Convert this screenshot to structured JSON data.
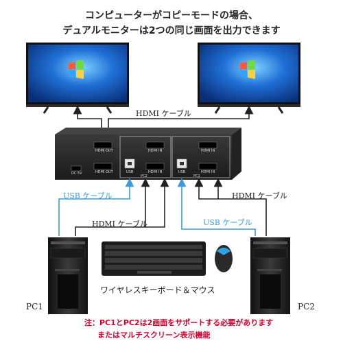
{
  "header": {
    "line1": "コンピューターがコピーモードの場合、",
    "line2": "デュアルモニターは2つの同じ画面を出力できます"
  },
  "cables": {
    "hdmi_top": "HDMI ケーブル",
    "usb_left": "USB ケーブル",
    "hdmi_mid": "HDMI ケーブル",
    "hdmi_right": "HDMI ケーブル",
    "usb_right": "USB ケーブル"
  },
  "kvm": {
    "ports": {
      "hdmi_out_1": "HDMI OUT",
      "hdmi_out_2": "HDMI OUT",
      "hdmi_in_pc2_top": "HDMI IN",
      "hdmi_in_pc2_bottom": "HDMI IN",
      "hdmi_in_pc1_top": "HDMI IN",
      "hdmi_in_pc1_bottom": "HDMI IN",
      "usb_pc2": "USB",
      "usb_pc1": "USB",
      "dc": "DC 5V"
    },
    "group_pc2": "PC2",
    "group_pc1": "PC1"
  },
  "peripherals": {
    "label": "ワイヤレスキーボード＆マウス",
    "pc1": "PC1",
    "pc2": "PC2"
  },
  "note": {
    "line1": "注：PC1とPC2は2画面をサポートする必要があります",
    "line2": "またはマルチスクリーン表示機能"
  },
  "colors": {
    "usb_cable": "#3b9bd8",
    "hdmi_cable": "#222222",
    "note_text": "#d6002a",
    "screen_blue": "#1f6fd6"
  }
}
